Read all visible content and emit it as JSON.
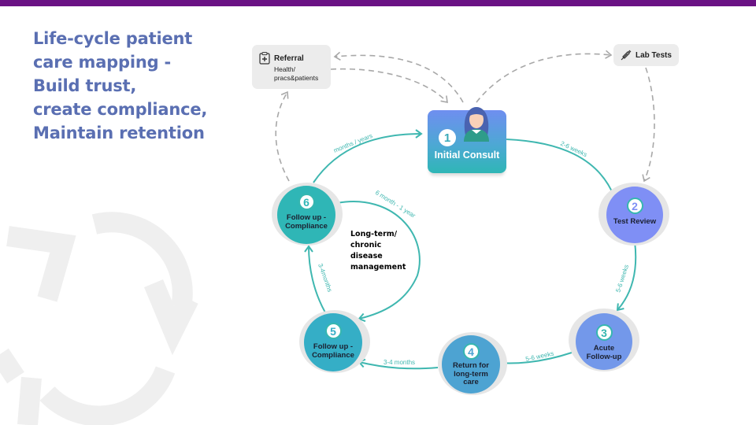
{
  "title": {
    "lines": [
      "Life-cycle patient",
      "care mapping -",
      "Build trust,",
      "create compliance,",
      "Maintain retention"
    ]
  },
  "colors": {
    "top_bar": "#6a1284",
    "title": "#5a6fb2",
    "teal_arrow": "#3fb7b0",
    "dashed_arrow": "#a8a8a8",
    "node_2": "#7f8ff5",
    "node_3": "#7398ea",
    "node_4": "#4da3d2",
    "node_5": "#35aec6",
    "node_6": "#2fb6b6"
  },
  "side_boxes": {
    "referral": {
      "icon": "clipboard-plus-icon",
      "title": "Referral",
      "subtitle_lines": [
        "Health/",
        "pracs&patients"
      ]
    },
    "lab_tests": {
      "icon": "syringe-icon",
      "title": "Lab Tests"
    }
  },
  "nodes": [
    {
      "number": "1",
      "label": "Initial Consult",
      "icon": "patient-avatar-icon"
    },
    {
      "number": "2",
      "label_lines": [
        "Test Review"
      ]
    },
    {
      "number": "3",
      "label_lines": [
        "Acute",
        "Follow-up"
      ]
    },
    {
      "number": "4",
      "label_lines": [
        "Return for",
        "long-term",
        "care"
      ]
    },
    {
      "number": "5",
      "label_lines": [
        "Follow up -",
        "Compliance"
      ]
    },
    {
      "number": "6",
      "label_lines": [
        "Follow up -",
        "Compliance"
      ]
    }
  ],
  "edges": [
    {
      "from": "1",
      "to": "2",
      "label": "2-6 weeks"
    },
    {
      "from": "2",
      "to": "3",
      "label": "5-6 weeks"
    },
    {
      "from": "3",
      "to": "4",
      "label": "5-6 weeks"
    },
    {
      "from": "4",
      "to": "5",
      "label": "3-4 months"
    },
    {
      "from": "5",
      "to": "6",
      "label": "3-4months"
    },
    {
      "from": "6",
      "to": "5",
      "label": "6 month - 1 year"
    },
    {
      "from": "6",
      "to": "1",
      "label": "months / years"
    }
  ],
  "center_note": {
    "lines": [
      "Long-term/",
      "chronic",
      "disease",
      "management"
    ]
  }
}
